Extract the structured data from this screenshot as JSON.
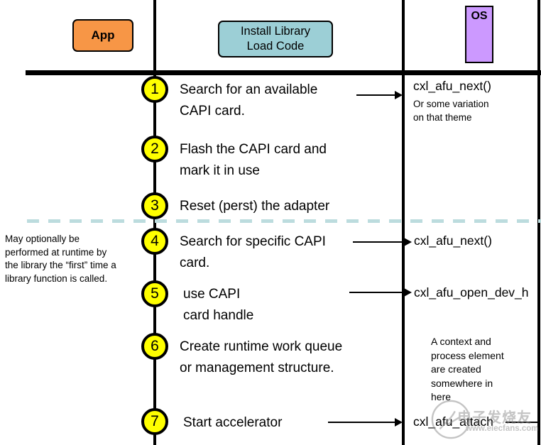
{
  "header": {
    "app": "App",
    "library": "Install Library\nLoad Code",
    "os": "OS"
  },
  "steps": [
    {
      "num": "1",
      "text": "Search for an available\nCAPI card."
    },
    {
      "num": "2",
      "text": "Flash the CAPI card and\nmark it in use"
    },
    {
      "num": "3",
      "text": "Reset (perst) the adapter"
    },
    {
      "num": "4",
      "text": "Search for specific CAPI\ncard."
    },
    {
      "num": "5",
      "text": "use CAPI\ncard handle"
    },
    {
      "num": "6",
      "text": "Create runtime work queue\nor management structure."
    },
    {
      "num": "7",
      "text": "Start accelerator"
    }
  ],
  "os_calls": {
    "step1": "cxl_afu_next()",
    "step1_note": "Or some variation\non that theme",
    "step4": "cxl_afu_next()",
    "step5": "cxl_afu_open_dev_h",
    "step7": "cxl_afu_attach",
    "context_note": "A context and\nprocess element\nare created\nsomewhere in\nhere"
  },
  "side_note": "May optionally be\nperformed at runtime by\nthe library the “first” time a\nlibrary function is called.",
  "watermark": {
    "cn": "电子发烧友",
    "url": "www.elecfans.com"
  },
  "colors": {
    "app_box": "#F79646",
    "library_box": "#9CCFD6",
    "os_box": "#CC99FF",
    "step_circle": "#FFFF00",
    "dashed_line": "#BCDCDE",
    "lifeline": "#000000"
  }
}
